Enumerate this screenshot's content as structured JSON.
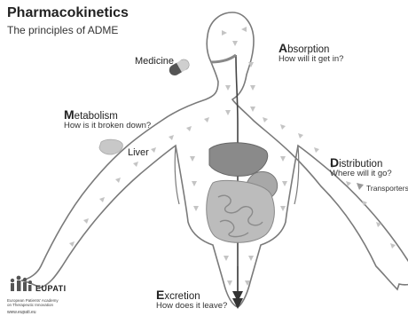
{
  "header": {
    "title": "Pharmacokinetics",
    "subtitle": "The principles of ADME"
  },
  "labels": {
    "medicine": "Medicine",
    "liver": "Liver",
    "transporters": "Transporters"
  },
  "sections": {
    "absorption": {
      "initial": "A",
      "rest": "bsorption",
      "question": "How will it get in?"
    },
    "metabolism": {
      "initial": "M",
      "rest": "etabolism",
      "question": "How is it broken down?"
    },
    "distribution": {
      "initial": "D",
      "rest": "istribution",
      "question": "Where will it go?"
    },
    "excretion": {
      "initial": "E",
      "rest": "xcretion",
      "question": "How does it leave?"
    }
  },
  "logo": {
    "name": "EUPATI",
    "tagline": "European Patients' Academy on Therapeutic Innovation",
    "url": "www.eupati.eu"
  },
  "colors": {
    "body_outline": "#7a7a7a",
    "liver": "#8a8a8a",
    "stomach": "#a8a8a8",
    "intestine": "#bcbcbc",
    "arrow_mark": "#c4c4c4",
    "pill_dark": "#555555",
    "pill_light": "#cfcfcf"
  }
}
